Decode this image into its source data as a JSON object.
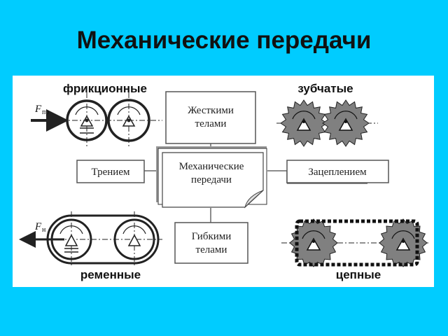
{
  "title": "Механические передачи",
  "categories": {
    "friction": "фрикционные",
    "gear": "зубчатые",
    "belt": "ременные",
    "chain": "цепные"
  },
  "boxes": {
    "rigid_line1": "Жесткими",
    "rigid_line2": "телами",
    "center_line1": "Механические",
    "center_line2": "передачи",
    "friction": "Трением",
    "engagement": "Зацеплением",
    "flexible_line1": "Гибкими",
    "flexible_line2": "телами"
  },
  "forces": {
    "friction_main": "F",
    "friction_sub": "пр",
    "belt_main": "F",
    "belt_sub": "н"
  },
  "colors": {
    "background": "#00ccff",
    "panel": "#ffffff",
    "gear_fill": "#808080",
    "line": "#333333"
  }
}
